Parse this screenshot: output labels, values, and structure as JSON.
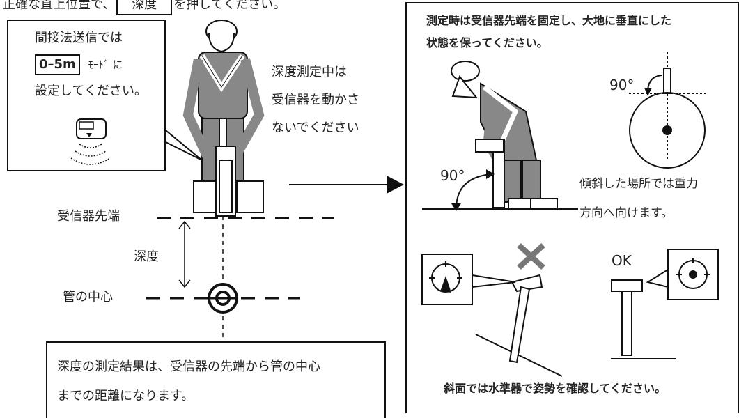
{
  "top_instruction": {
    "before": "正確な直上位置で、",
    "button": "深度",
    "after": "を押してください。"
  },
  "callout_indirect": {
    "line1": "間接法送信では",
    "mode_button": "0–5m",
    "mode_suffix": "ﾓｰﾄﾞ に",
    "line3": "設定してください。"
  },
  "hold_note": {
    "line1": "深度測定中は",
    "line2": "受信器を動かさ",
    "line3": "ないでください"
  },
  "labels": {
    "receiver_tip": "受信器先端",
    "depth": "深度",
    "pipe_center": "管の中心"
  },
  "result_note": {
    "line1": "深度の測定結果は、受信器の先端から管の中心",
    "line2": "までの距離になります。"
  },
  "right_panel": {
    "title_line1": "測定時は受信器先端を固定し、大地に垂直にした",
    "title_line2": "状態を保ってください。",
    "angle_label_top": "90°",
    "angle_label_side": "90°",
    "tilt_note_line1": "傾斜した場所では重力",
    "tilt_note_line2": "方向へ向けます。",
    "ok_label": "OK",
    "slope_note": "斜面では水準器で姿勢を確認してください。"
  },
  "icons": [
    "worker-figure",
    "transmitter-icon",
    "pipe-target-icon",
    "level-gauge-icon",
    "x-mark-icon",
    "arrow-right-icon"
  ]
}
